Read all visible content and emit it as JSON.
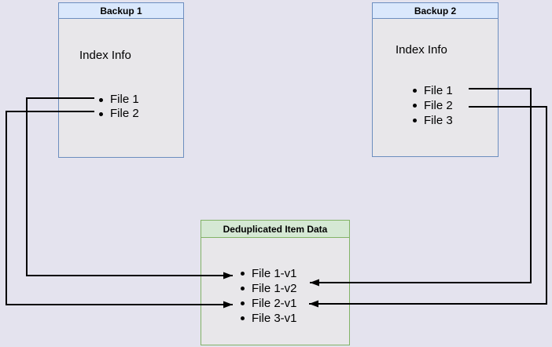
{
  "diagram": {
    "backup1": {
      "title": "Backup 1",
      "info_label": "Index Info",
      "files": [
        "File 1",
        "File 2"
      ]
    },
    "backup2": {
      "title": "Backup 2",
      "info_label": "Index Info",
      "files": [
        "File 1",
        "File 2",
        "File 3"
      ]
    },
    "dedup_store": {
      "title": "Deduplicated Item Data",
      "items": [
        "File 1-v1",
        "File 1-v2",
        "File 2-v1",
        "File 3-v1"
      ]
    },
    "edges": [
      {
        "from": "Backup 1 / File 1",
        "to": "Deduplicated Item Data / File 1-v1"
      },
      {
        "from": "Backup 1 / File 2",
        "to": "Deduplicated Item Data / File 2-v1"
      },
      {
        "from": "Backup 2 / File 1",
        "to": "Deduplicated Item Data / File 1-v2"
      },
      {
        "from": "Backup 2 / File 2",
        "to": "Deduplicated Item Data / File 2-v1"
      }
    ],
    "colors": {
      "background": "#e4e3ee",
      "node_fill": "#e8e7ea",
      "blue_header_fill": "#dae8fc",
      "blue_border": "#6c8ebf",
      "green_header_fill": "#d5e8d4",
      "green_border": "#82b366",
      "edge_line": "#000000",
      "text": "#000000"
    }
  }
}
